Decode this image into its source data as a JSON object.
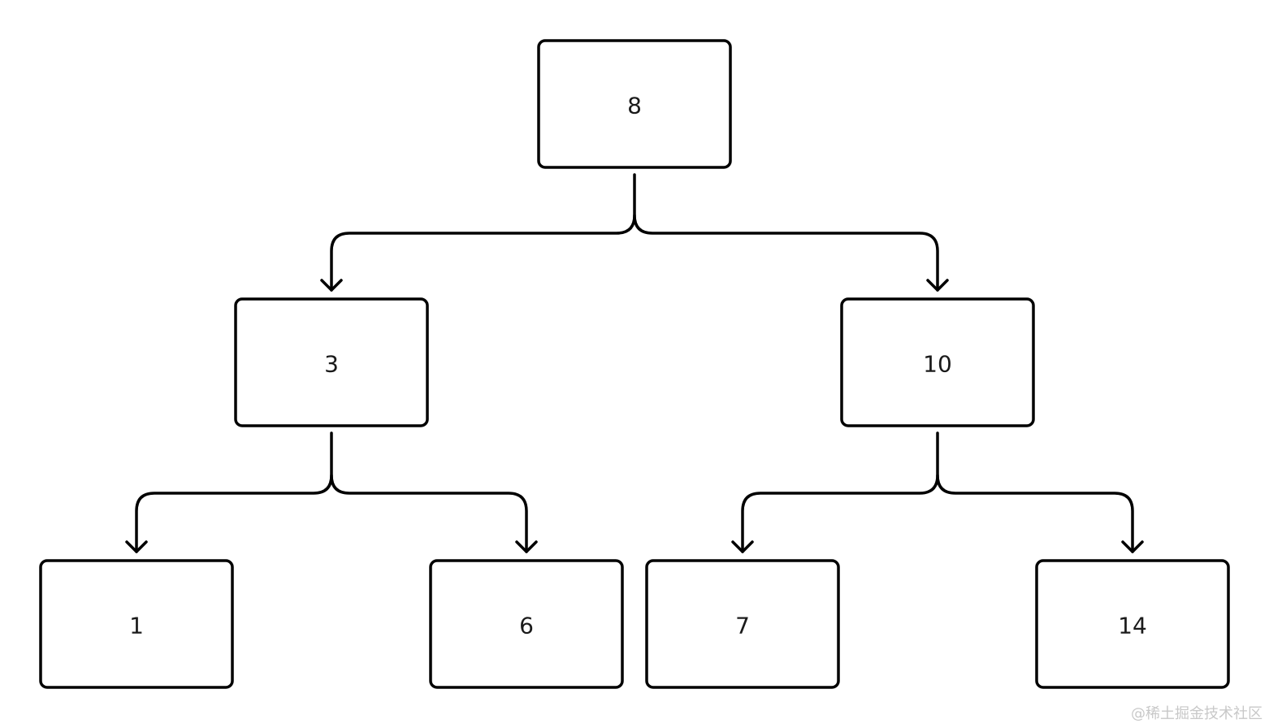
{
  "tree": {
    "root": {
      "id": "n8",
      "label": "8",
      "children": [
        {
          "id": "n3",
          "label": "3",
          "children": [
            {
              "id": "n1",
              "label": "1",
              "children": []
            },
            {
              "id": "n6",
              "label": "6",
              "children": []
            }
          ]
        },
        {
          "id": "n10",
          "label": "10",
          "children": [
            {
              "id": "n7",
              "label": "7",
              "children": []
            },
            {
              "id": "n14",
              "label": "14",
              "children": []
            }
          ]
        }
      ]
    }
  },
  "nodes": {
    "n8": "8",
    "n3": "3",
    "n10": "10",
    "n1": "1",
    "n6": "6",
    "n7": "7",
    "n14": "14"
  },
  "watermark": "@稀土掘金技术社区"
}
